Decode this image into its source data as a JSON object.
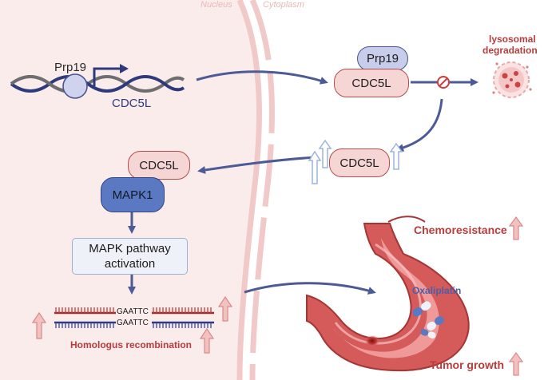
{
  "regions": {
    "nucleus": "Nucleus",
    "cytoplasm": "Cytoplasm"
  },
  "dna": {
    "factor_label": "Prp19",
    "gene_label": "CDC5L"
  },
  "complex": {
    "top_label": "Prp19",
    "bottom_label": "CDC5L"
  },
  "degradation": {
    "label_line1": "lysosomal",
    "label_line2": "degradation",
    "block_icon": "no-entry-icon"
  },
  "accumulated": {
    "label": "CDC5L"
  },
  "nuclear_complex": {
    "top_label": "CDC5L",
    "bottom_label": "MAPK1"
  },
  "pathway": {
    "line1": "MAPK pathway",
    "line2": "activation"
  },
  "hr": {
    "seq_top": "GAATTC",
    "seq_bottom": "GAATTC",
    "label": "Homologus recombination"
  },
  "stomach": {
    "drug_label": "Oxaliplatin"
  },
  "outcomes": {
    "chemoresistance": "Chemoresistance",
    "tumor_growth": "Tumor growth"
  },
  "colors": {
    "arrow_blue": "#4c5a96",
    "accent_red": "#b83c3c",
    "nucleus_bg": "#fbecec",
    "up_arrow_pink": "#f0b3b3",
    "up_arrow_blue": "#b7c9ea"
  }
}
